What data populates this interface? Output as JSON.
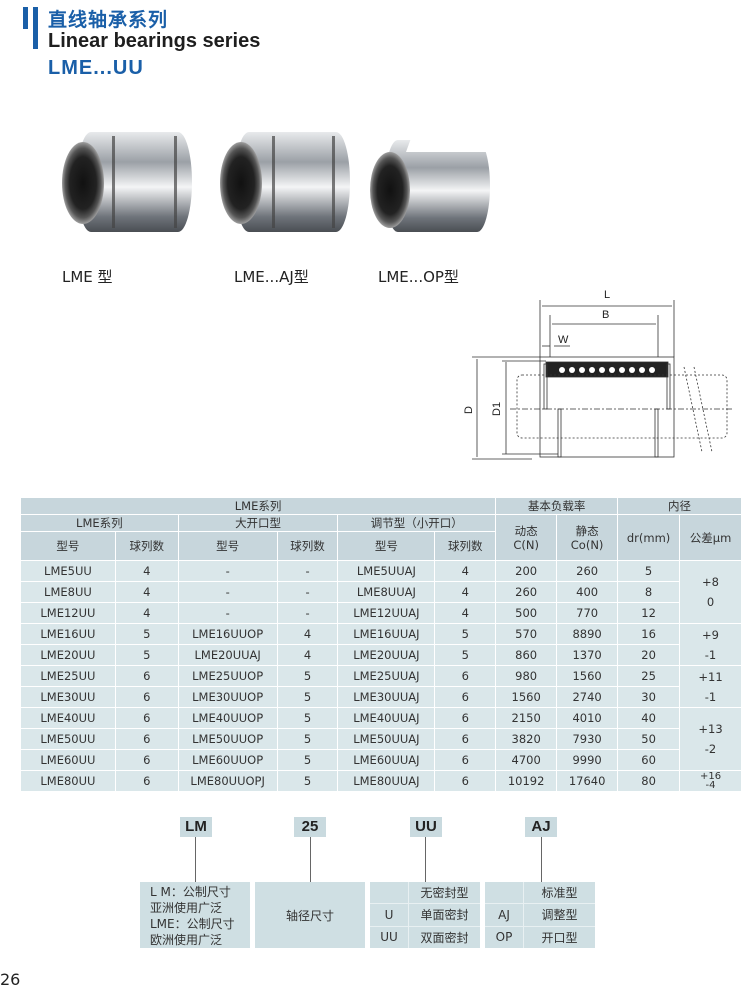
{
  "header": {
    "title_cn": "直线轴承系列",
    "title_en": "Linear bearings series",
    "model": "LME...UU",
    "accent": "#1a5fa8"
  },
  "products": [
    {
      "label": "LME 型"
    },
    {
      "label": "LME...AJ型"
    },
    {
      "label": "LME...OP型"
    }
  ],
  "diagram": {
    "L": "L",
    "B": "B",
    "W": "W",
    "D": "D",
    "D1": "D1"
  },
  "table": {
    "group_title": "LME系列",
    "load_title": "基本负载率",
    "bore_title": "内径",
    "sub": [
      "LME系列",
      "大开口型",
      "调节型（小开口）"
    ],
    "cols": [
      "型号",
      "球列数",
      "型号",
      "球列数",
      "型号",
      "球列数"
    ],
    "dyn": "动态 C(N)",
    "stat": "静态 Co(N)",
    "dr": "dr(mm)",
    "tol": "公差μm",
    "rows": [
      [
        "LME5UU",
        "4",
        "-",
        "-",
        "LME5UUAJ",
        "4",
        "200",
        "260",
        "5"
      ],
      [
        "LME8UU",
        "4",
        "-",
        "-",
        "LME8UUAJ",
        "4",
        "260",
        "400",
        "8"
      ],
      [
        "LME12UU",
        "4",
        "-",
        "-",
        "LME12UUAJ",
        "4",
        "500",
        "770",
        "12"
      ],
      [
        "LME16UU",
        "5",
        "LME16UUOP",
        "4",
        "LME16UUAJ",
        "5",
        "570",
        "8890",
        "16"
      ],
      [
        "LME20UU",
        "5",
        "LME20UUAJ",
        "4",
        "LME20UUAJ",
        "5",
        "860",
        "1370",
        "20"
      ],
      [
        "LME25UU",
        "6",
        "LME25UUOP",
        "5",
        "LME25UUAJ",
        "6",
        "980",
        "1560",
        "25"
      ],
      [
        "LME30UU",
        "6",
        "LME30UUOP",
        "5",
        "LME30UUAJ",
        "6",
        "1560",
        "2740",
        "30"
      ],
      [
        "LME40UU",
        "6",
        "LME40UUOP",
        "5",
        "LME40UUAJ",
        "6",
        "2150",
        "4010",
        "40"
      ],
      [
        "LME50UU",
        "6",
        "LME50UUOP",
        "5",
        "LME50UUAJ",
        "6",
        "3820",
        "7930",
        "50"
      ],
      [
        "LME60UU",
        "6",
        "LME60UUOP",
        "5",
        "LME60UUAJ",
        "6",
        "4700",
        "9990",
        "60"
      ],
      [
        "LME80UU",
        "6",
        "LME80UUOPJ",
        "5",
        "LME80UUAJ",
        "6",
        "10192",
        "17640",
        "80"
      ]
    ],
    "tolerances": [
      {
        "start": 0,
        "span": 3,
        "plus": "+8",
        "minus": "0"
      },
      {
        "start": 3,
        "span": 2,
        "plus": "+9",
        "minus": "-1"
      },
      {
        "start": 5,
        "span": 2,
        "plus": "+11",
        "minus": "-1"
      },
      {
        "start": 7,
        "span": 3,
        "plus": "+13",
        "minus": "-2"
      },
      {
        "start": 10,
        "span": 1,
        "plus": "+16",
        "minus": "-4"
      }
    ]
  },
  "code": {
    "parts": [
      "LM",
      "25",
      "UU",
      "AJ"
    ],
    "prefix_lines": [
      "L M：公制尺寸",
      "亚洲使用广泛",
      "LME：公制尺寸",
      "欧洲使用广泛"
    ],
    "shaft": "轴径尺寸",
    "seal": [
      [
        "",
        "无密封型"
      ],
      [
        "U",
        "单面密封"
      ],
      [
        "UU",
        "双面密封"
      ]
    ],
    "type": [
      [
        "",
        "标准型"
      ],
      [
        "AJ",
        "调整型"
      ],
      [
        "OP",
        "开口型"
      ]
    ]
  },
  "page_number": "26"
}
